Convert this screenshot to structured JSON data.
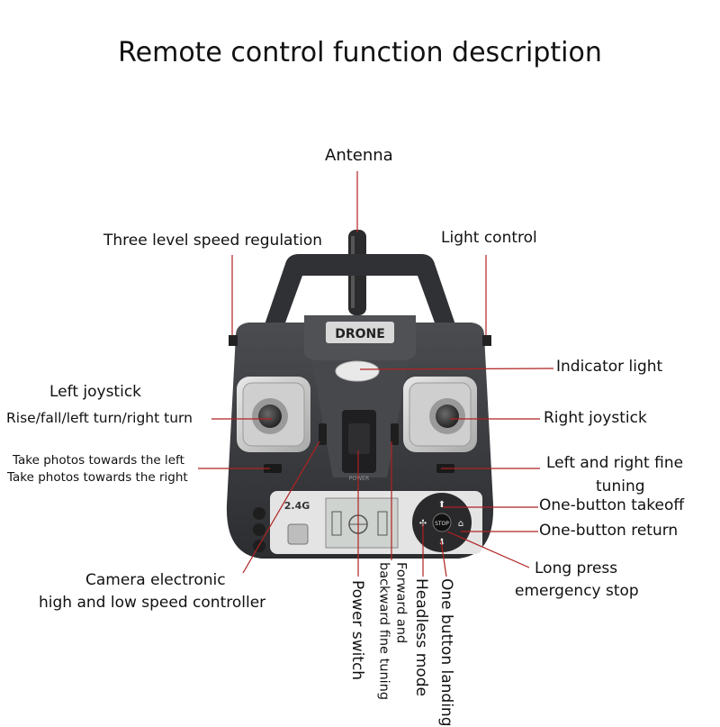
{
  "title": "Remote control function description",
  "device": {
    "brand": "DRONE",
    "band": "2.4G",
    "power_label": "POWER",
    "stop_label": "STOP"
  },
  "labels": {
    "antenna": "Antenna",
    "speed": "Three level speed regulation",
    "light": "Light control",
    "indicator": "Indicator light",
    "left_joystick": "Left joystick",
    "left_joystick_desc": "Rise/fall/left turn/right turn",
    "right_joystick": "Right joystick",
    "photo_left": "Take photos towards the left",
    "photo_right": "Take photos towards the right",
    "fine_tuning_1": "Left and right fine",
    "fine_tuning_2": "tuning",
    "takeoff": "One-button takeoff",
    "return": "One-button return",
    "emergency_1": "Long press",
    "emergency_2": "emergency stop",
    "camera_1": "Camera electronic",
    "camera_2": "high and low speed controller",
    "power": "Power switch",
    "fb_1": "Forward and",
    "fb_2": "backward fine tuning",
    "headless": "Headless mode",
    "landing": "One button landing"
  },
  "colors": {
    "leader": "#b02222",
    "body": "#3a3b3e",
    "body_light": "#5a5c60"
  }
}
